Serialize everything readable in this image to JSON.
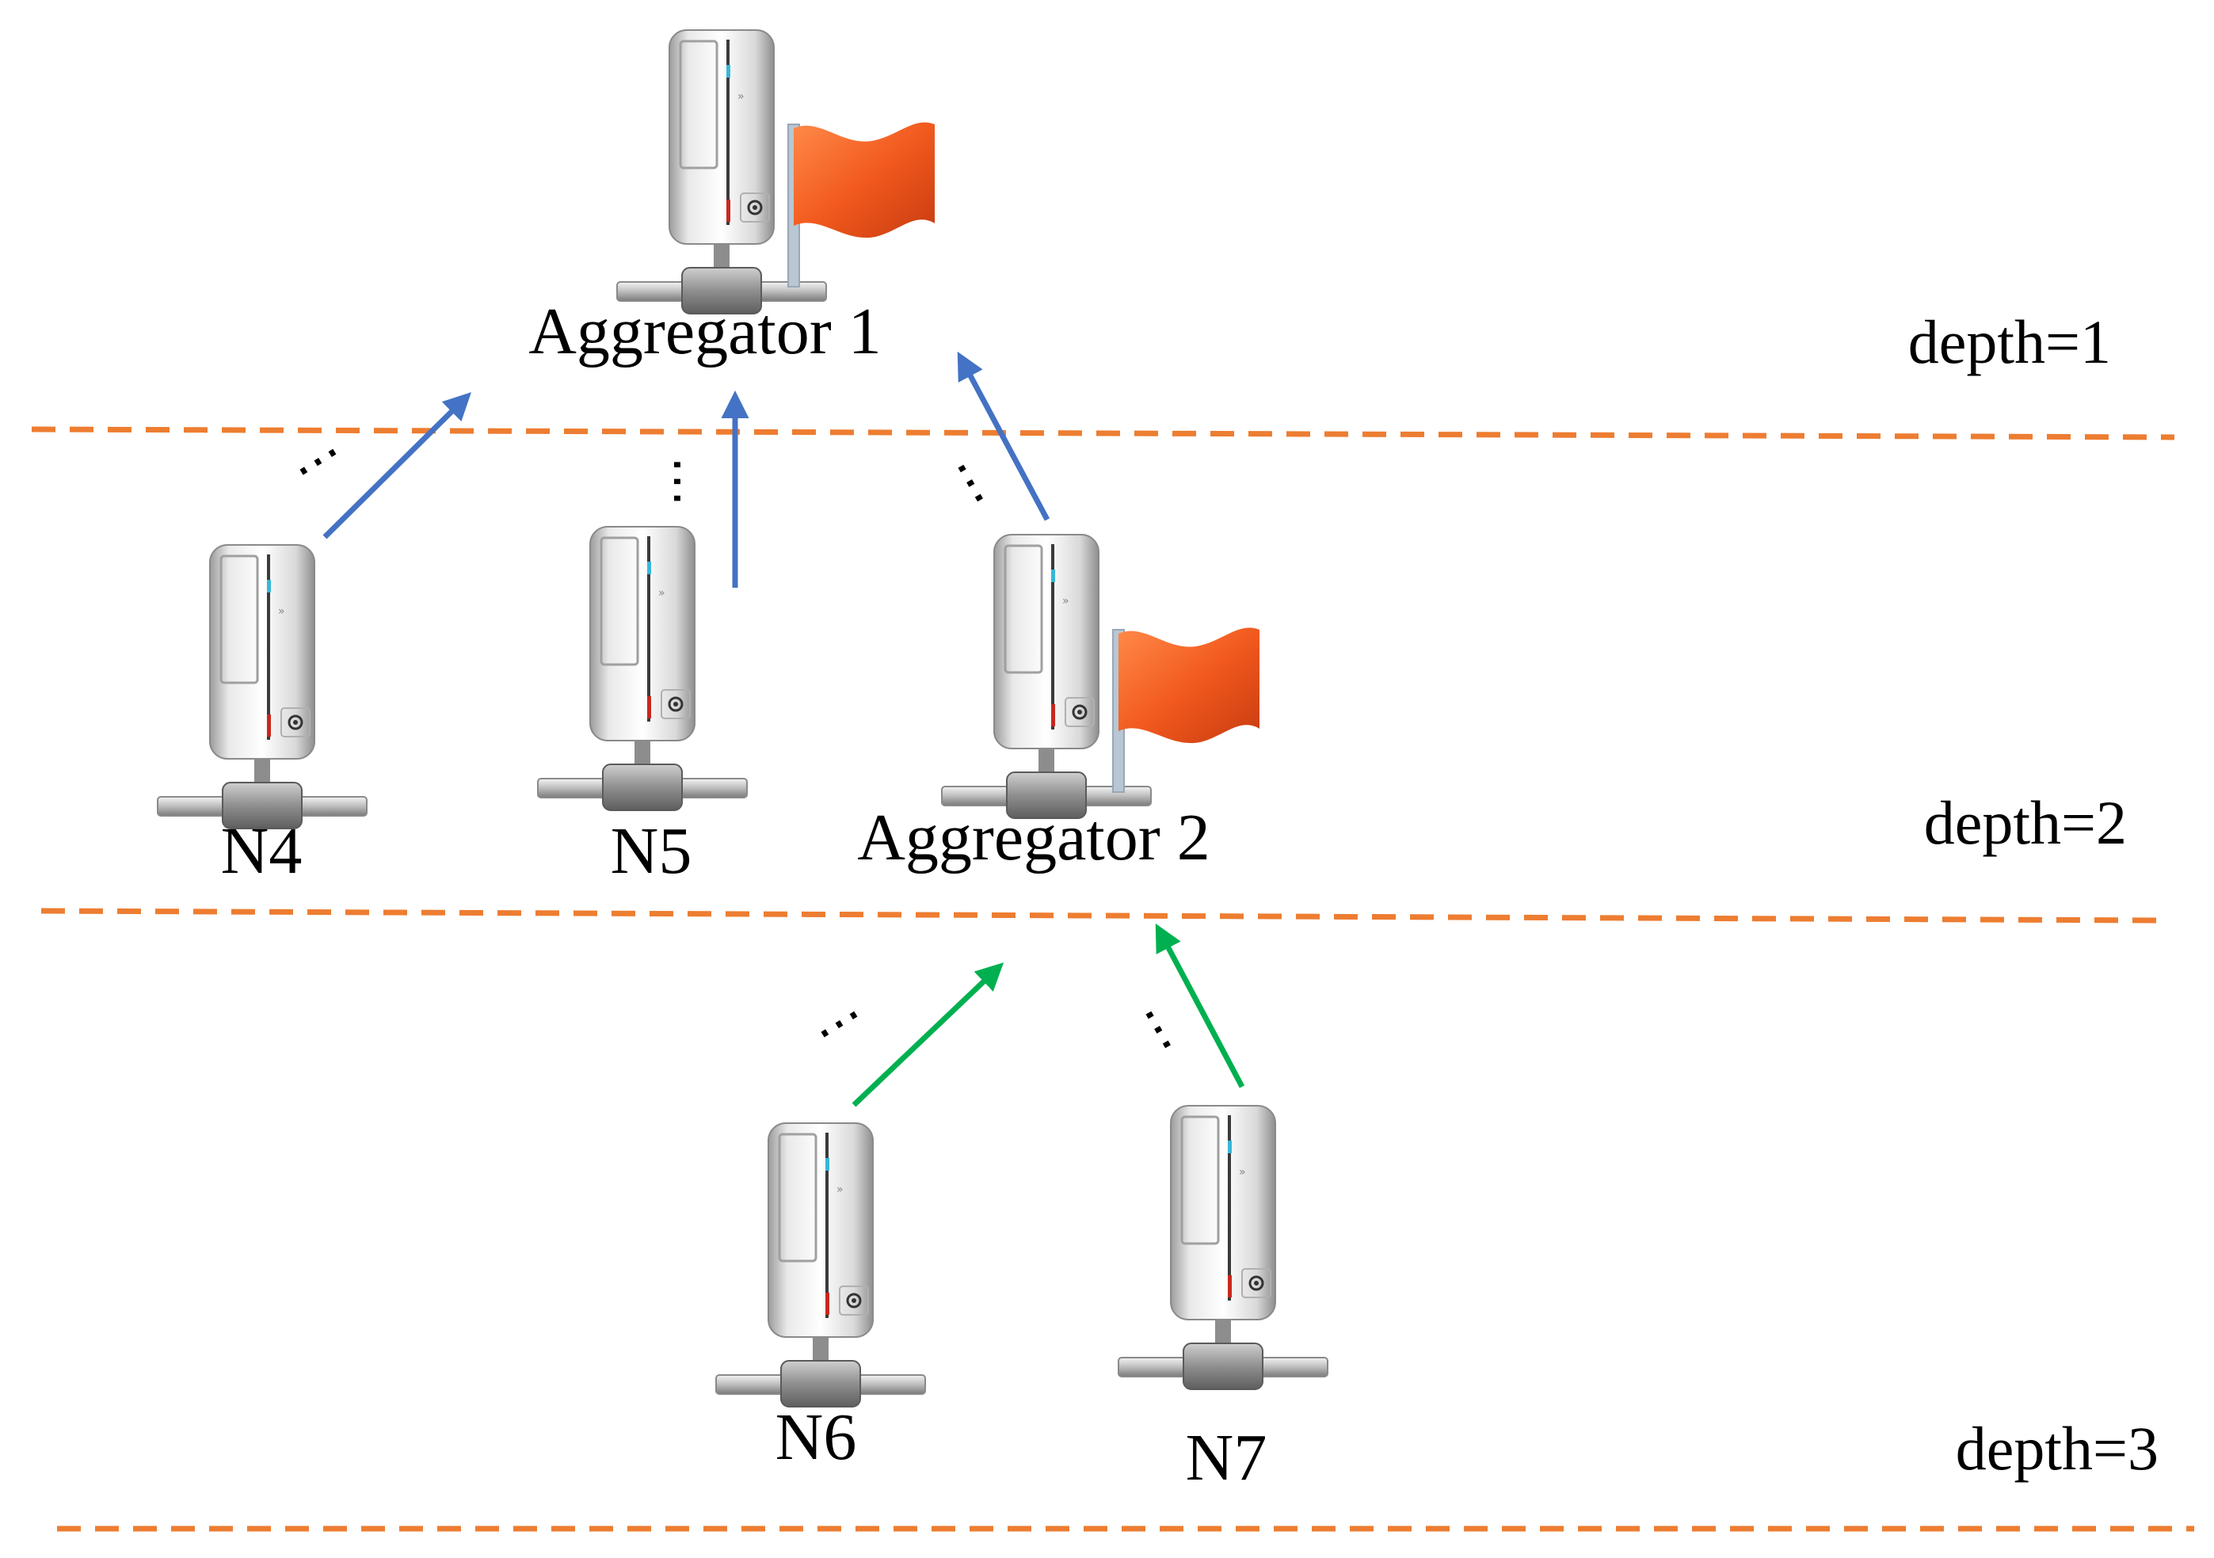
{
  "colors": {
    "separator": "#ED7D31",
    "blue_arrow": "#4472C4",
    "green_arrow": "#00B050",
    "flag": "#F25A1E",
    "tower": "#d6d6d6",
    "pipe": "#a9a9a9"
  },
  "icon": "server-tower-icon",
  "flag_icon": "flag-icon",
  "nodes": [
    {
      "id": "agg1",
      "label": "Aggregator 1",
      "flag": true
    },
    {
      "id": "n4",
      "label": "N4",
      "flag": false
    },
    {
      "id": "n5",
      "label": "N5",
      "flag": false
    },
    {
      "id": "agg2",
      "label": "Aggregator 2",
      "flag": true
    },
    {
      "id": "n6",
      "label": "N6",
      "flag": false
    },
    {
      "id": "n7",
      "label": "N7",
      "flag": false
    }
  ],
  "depths": [
    {
      "label": "depth=1"
    },
    {
      "label": "depth=2"
    },
    {
      "label": "depth=3"
    }
  ],
  "edges": [
    {
      "from": "n4",
      "to": "agg1",
      "color": "blue"
    },
    {
      "from": "n5",
      "to": "agg1",
      "color": "blue"
    },
    {
      "from": "agg2",
      "to": "agg1",
      "color": "blue"
    },
    {
      "from": "n6",
      "to": "agg2",
      "color": "green"
    },
    {
      "from": "n7",
      "to": "agg2",
      "color": "green"
    }
  ],
  "ellipsis": "⋯"
}
